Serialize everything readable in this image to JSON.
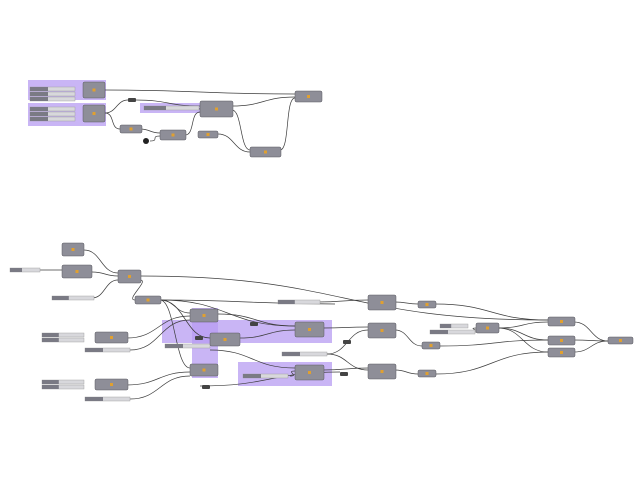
{
  "canvas": {
    "background": "#ffffff",
    "group_color": "#b79cf2",
    "component_color": "#8e8e98",
    "component_border": "#5a5a62",
    "slider_color": "#d8d8dc",
    "slider_label_color": "#7a7a84",
    "wire_color": "#3c3c3c",
    "icon_accent": "#e0a030"
  },
  "components": {
    "groups": "component-group",
    "nodes": "grasshopper-component",
    "sliders": "number-slider",
    "relays": "relay"
  }
}
